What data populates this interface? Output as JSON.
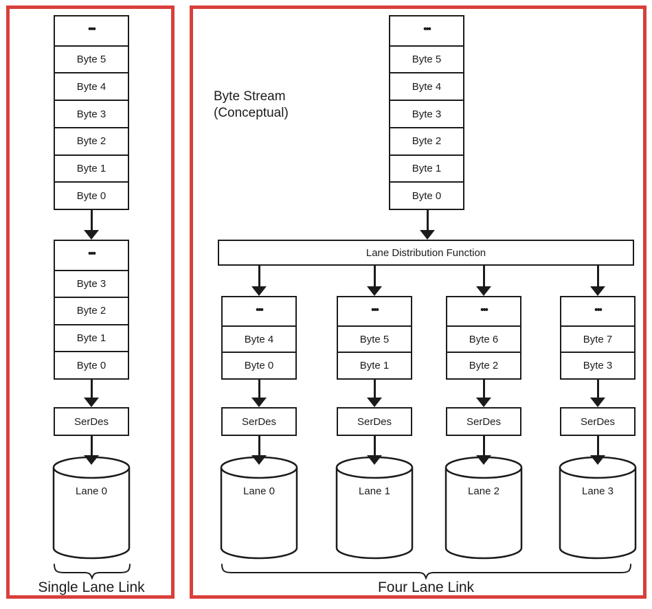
{
  "colors": {
    "frame": "#d93f3b",
    "ink": "#1b1b1b"
  },
  "left": {
    "stream_stack": [
      "•••",
      "Byte 5",
      "Byte 4",
      "Byte 3",
      "Byte 2",
      "Byte 1",
      "Byte 0"
    ],
    "lane_stack": [
      "•••",
      "Byte 3",
      "Byte 2",
      "Byte 1",
      "Byte 0"
    ],
    "serdes_label": "SerDes",
    "lane_label": "Lane 0",
    "caption": "Single Lane Link"
  },
  "right": {
    "stream_label_line1": "Byte Stream",
    "stream_label_line2": "(Conceptual)",
    "stream_stack": [
      "•••",
      "Byte 5",
      "Byte 4",
      "Byte 3",
      "Byte 2",
      "Byte 1",
      "Byte 0"
    ],
    "distribution_label": "Lane Distribution Function",
    "lanes": [
      {
        "stack": [
          "•••",
          "Byte 4",
          "Byte 0"
        ],
        "serdes_label": "SerDes",
        "lane_label": "Lane 0"
      },
      {
        "stack": [
          "•••",
          "Byte 5",
          "Byte 1"
        ],
        "serdes_label": "SerDes",
        "lane_label": "Lane 1"
      },
      {
        "stack": [
          "•••",
          "Byte 6",
          "Byte 2"
        ],
        "serdes_label": "SerDes",
        "lane_label": "Lane 2"
      },
      {
        "stack": [
          "•••",
          "Byte 7",
          "Byte 3"
        ],
        "serdes_label": "SerDes",
        "lane_label": "Lane 3"
      }
    ],
    "caption": "Four Lane Link"
  }
}
